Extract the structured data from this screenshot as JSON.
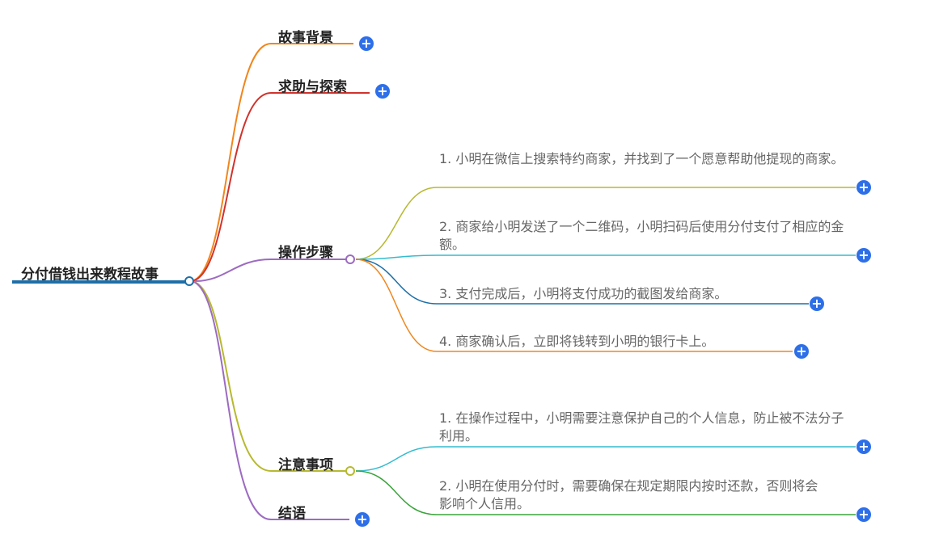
{
  "root": {
    "label": "分付借钱出来教程故事"
  },
  "branches": {
    "background": {
      "label": "故事背景",
      "color": "#f0861d"
    },
    "help": {
      "label": "求助与探索",
      "color": "#d0332c"
    },
    "steps": {
      "label": "操作步骤",
      "color": "#9c6bc1",
      "items": [
        {
          "text": "1. 小明在微信上搜索特约商家，并找到了一个愿意帮助他提现的商家。",
          "color": "#b7b92f"
        },
        {
          "text": "2. 商家给小明发送了一个二维码，小明扫码后使用分付支付了相应的金额。",
          "color": "#33bcd0"
        },
        {
          "text": "3. 支付完成后，小明将支付成功的截图发给商家。",
          "color": "#1d6fa8"
        },
        {
          "text": "4. 商家确认后，立即将钱转到小明的银行卡上。",
          "color": "#f0861d"
        }
      ]
    },
    "notes": {
      "label": "注意事项",
      "color": "#b7b92f",
      "items": [
        {
          "text": "1. 在操作过程中，小明需要注意保护自己的个人信息，防止被不法分子利用。",
          "color": "#33bcd0"
        },
        {
          "text": "2. 小明在使用分付时，需要确保在规定期限内按时还款，否则将会影响个人信用。",
          "color": "#3aa33a"
        }
      ]
    },
    "conclusion": {
      "label": "结语",
      "color": "#9c6bc1"
    }
  },
  "root_color": "#1d6fa8",
  "expand_icon": "plus-circle-icon"
}
